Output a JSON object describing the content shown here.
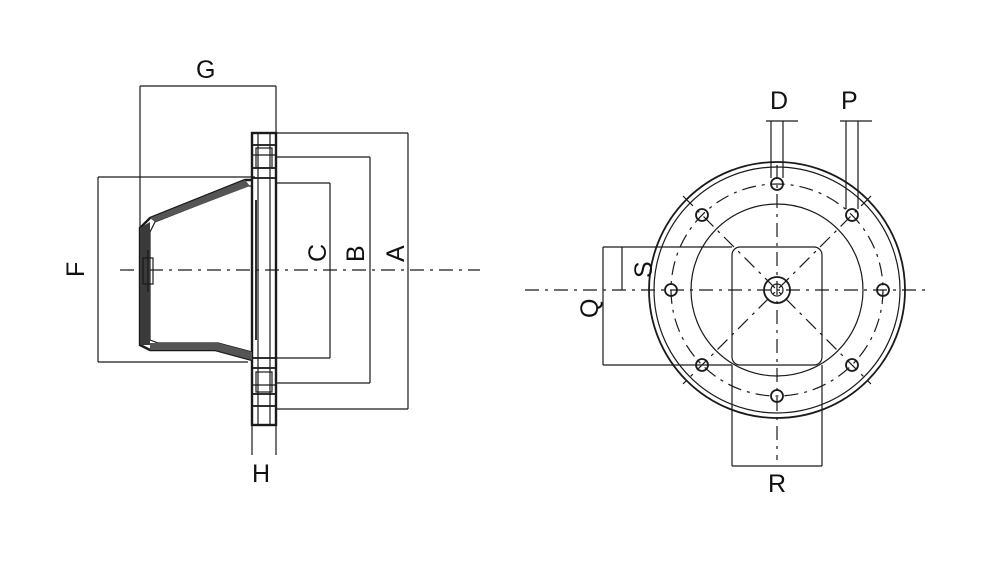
{
  "figure": {
    "side_view": {
      "dimension_labels": {
        "G": "G",
        "F": "F",
        "C": "C",
        "B": "B",
        "A": "A",
        "H": "H"
      }
    },
    "front_view": {
      "dimension_labels": {
        "D": "D",
        "P": "P",
        "S": "S",
        "Q": "Q",
        "R": "R"
      }
    }
  }
}
